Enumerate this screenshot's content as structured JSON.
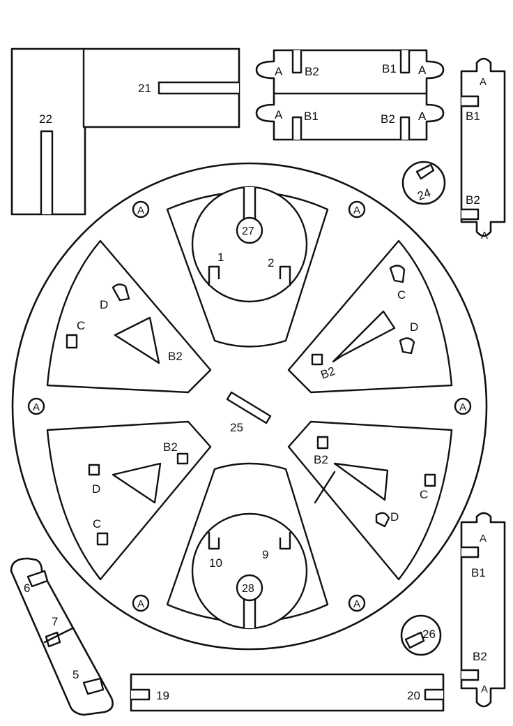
{
  "labels": {
    "p1": "1",
    "p2": "2",
    "p5": "5",
    "p6": "6",
    "p7": "7",
    "p9": "9",
    "p10": "10",
    "p19": "19",
    "p20": "20",
    "p21": "21",
    "p22": "22",
    "p24": "24",
    "p25": "25",
    "p26": "26",
    "p27": "27",
    "p28": "28",
    "slot_a": "A",
    "slot_b1": "B1",
    "slot_b2": "B2",
    "slot_c": "C",
    "slot_d": "D"
  },
  "colors": {
    "ink": "#111111",
    "paper": "#ffffff"
  }
}
